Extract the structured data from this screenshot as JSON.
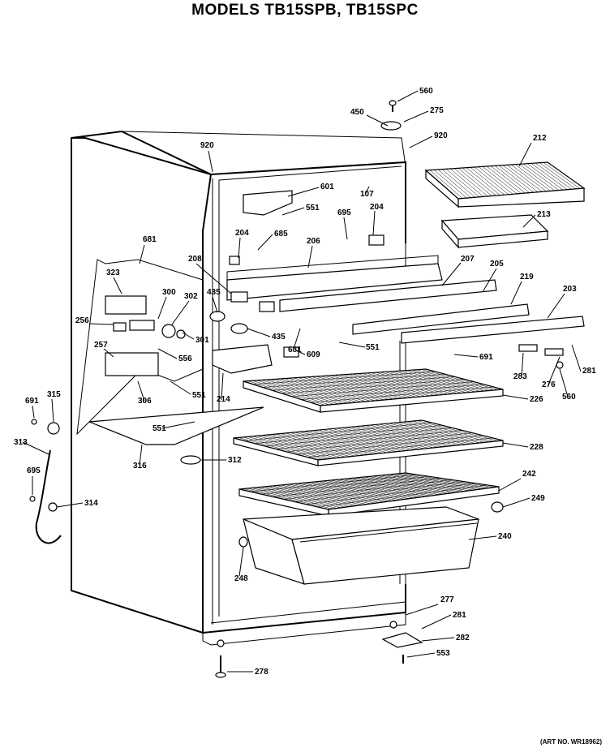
{
  "title": "MODELS TB15SPB, TB15SPC",
  "art_number": "(ART NO. WR18962)",
  "part_labels": [
    {
      "id": "p560a",
      "text": "560"
    },
    {
      "id": "p450",
      "text": "450"
    },
    {
      "id": "p275",
      "text": "275"
    },
    {
      "id": "p920a",
      "text": "920"
    },
    {
      "id": "p920b",
      "text": "920"
    },
    {
      "id": "p212",
      "text": "212"
    },
    {
      "id": "p601",
      "text": "601"
    },
    {
      "id": "p107",
      "text": "107"
    },
    {
      "id": "p551a",
      "text": "551"
    },
    {
      "id": "p695a",
      "text": "695"
    },
    {
      "id": "p204a",
      "text": "204"
    },
    {
      "id": "p204b",
      "text": "204"
    },
    {
      "id": "p685",
      "text": "685"
    },
    {
      "id": "p206",
      "text": "206"
    },
    {
      "id": "p213",
      "text": "213"
    },
    {
      "id": "p681a",
      "text": "681"
    },
    {
      "id": "p208",
      "text": "208"
    },
    {
      "id": "p207",
      "text": "207"
    },
    {
      "id": "p205",
      "text": "205"
    },
    {
      "id": "p219",
      "text": "219"
    },
    {
      "id": "p203",
      "text": "203"
    },
    {
      "id": "p323",
      "text": "323"
    },
    {
      "id": "p300",
      "text": "300"
    },
    {
      "id": "p302",
      "text": "302"
    },
    {
      "id": "p435a",
      "text": "435"
    },
    {
      "id": "p435b",
      "text": "435"
    },
    {
      "id": "p256",
      "text": "256"
    },
    {
      "id": "p681b",
      "text": "681"
    },
    {
      "id": "p609",
      "text": "609"
    },
    {
      "id": "p551b",
      "text": "551"
    },
    {
      "id": "p691a",
      "text": "691"
    },
    {
      "id": "p281a",
      "text": "281"
    },
    {
      "id": "p257",
      "text": "257"
    },
    {
      "id": "p556",
      "text": "556"
    },
    {
      "id": "p301",
      "text": "301"
    },
    {
      "id": "p283",
      "text": "283"
    },
    {
      "id": "p276",
      "text": "276"
    },
    {
      "id": "p560b",
      "text": "560"
    },
    {
      "id": "p551c",
      "text": "551"
    },
    {
      "id": "p306",
      "text": "306"
    },
    {
      "id": "p214",
      "text": "214"
    },
    {
      "id": "p226",
      "text": "226"
    },
    {
      "id": "p691b",
      "text": "691"
    },
    {
      "id": "p315",
      "text": "315"
    },
    {
      "id": "p551d",
      "text": "551"
    },
    {
      "id": "p313",
      "text": "313"
    },
    {
      "id": "p316",
      "text": "316"
    },
    {
      "id": "p228",
      "text": "228"
    },
    {
      "id": "p312",
      "text": "312"
    },
    {
      "id": "p695b",
      "text": "695"
    },
    {
      "id": "p242",
      "text": "242"
    },
    {
      "id": "p314",
      "text": "314"
    },
    {
      "id": "p249",
      "text": "249"
    },
    {
      "id": "p240",
      "text": "240"
    },
    {
      "id": "p248",
      "text": "248"
    },
    {
      "id": "p277",
      "text": "277"
    },
    {
      "id": "p281b",
      "text": "281"
    },
    {
      "id": "p282",
      "text": "282"
    },
    {
      "id": "p553",
      "text": "553"
    },
    {
      "id": "p278",
      "text": "278"
    }
  ]
}
